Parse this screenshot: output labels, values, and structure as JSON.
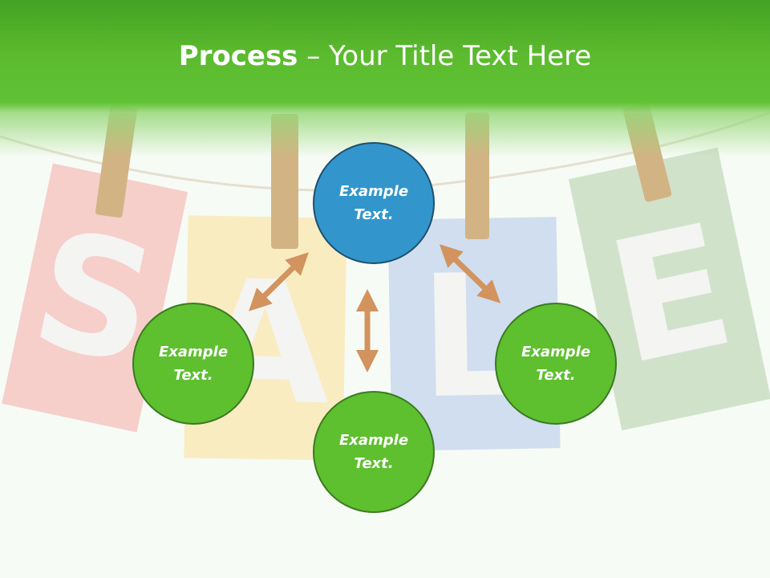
{
  "title": {
    "bold": "Process",
    "rest": " – Your Title Text Here"
  },
  "background": {
    "letters": [
      "S",
      "A",
      "L",
      "E"
    ],
    "colors": {
      "s": "#f4c4bf",
      "a": "#f8e8b4",
      "l": "#c6d7ec",
      "e": "#c7dcc0"
    }
  },
  "circles": {
    "top": "Example\nText.",
    "left": "Example\nText.",
    "right": "Example\nText.",
    "bottom": "Example\nText."
  },
  "colors": {
    "header": "#5cbb2e",
    "circle_green": "#5ebf2f",
    "circle_blue": "#3296cc",
    "arrow": "#d2935e"
  }
}
